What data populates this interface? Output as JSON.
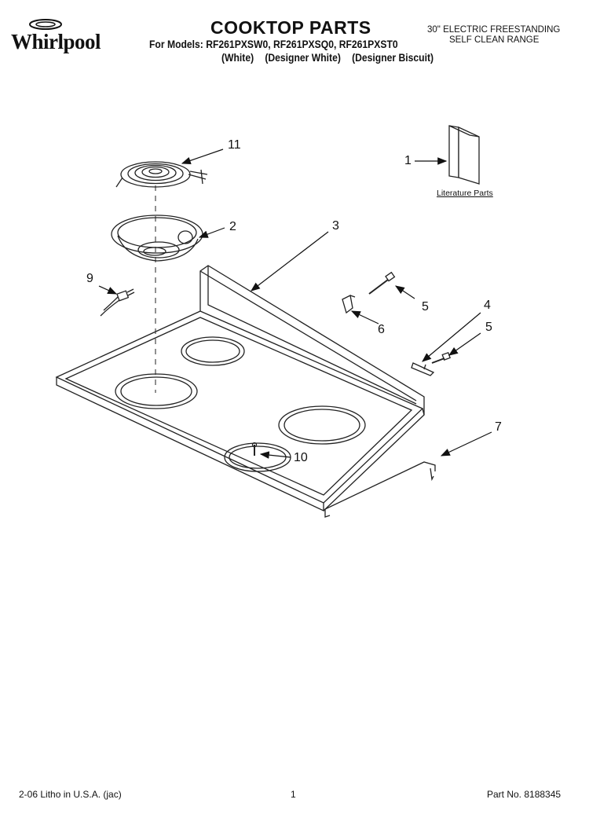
{
  "header": {
    "brand": "Whirlpool",
    "title": "COOKTOP PARTS",
    "models_line": "For Models: RF261PXSW0, RF261PXSQ0, RF261PXST0",
    "colors": [
      "(White)",
      "(Designer White)",
      "(Designer Biscuit)"
    ],
    "product_line1": "30\" ELECTRIC FREESTANDING",
    "product_line2": "SELF CLEAN RANGE"
  },
  "diagram": {
    "literature_label": "Literature Parts",
    "callouts": {
      "c1": "1",
      "c2": "2",
      "c3": "3",
      "c4": "4",
      "c5a": "5",
      "c5b": "5",
      "c6": "6",
      "c7": "7",
      "c9": "9",
      "c10": "10",
      "c11": "11"
    }
  },
  "footer": {
    "litho": "2-06 Litho in U.S.A. (jac)",
    "page": "1",
    "part_no": "Part No. 8188345"
  }
}
